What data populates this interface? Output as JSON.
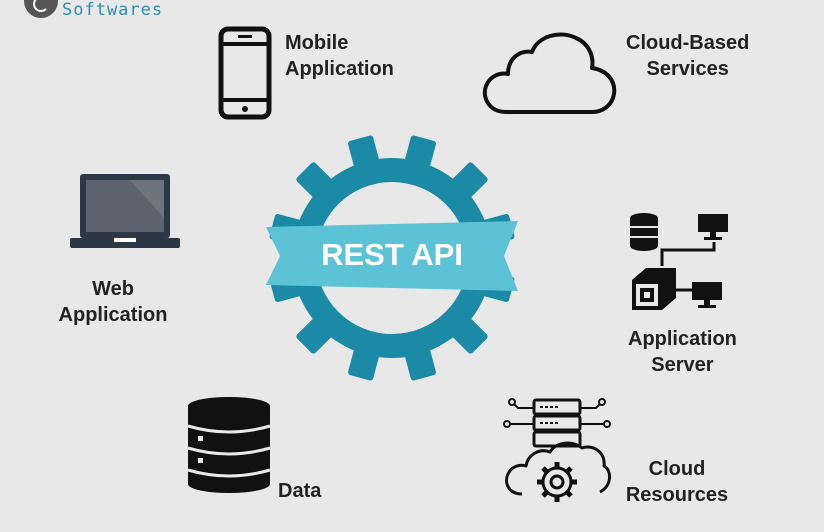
{
  "logo": {
    "text": "Softwares"
  },
  "center": {
    "label": "REST API"
  },
  "nodes": {
    "mobile": {
      "line1": "Mobile",
      "line2": "Application"
    },
    "cloud_services": {
      "line1": "Cloud-Based",
      "line2": "Services"
    },
    "web": {
      "line1": "Web",
      "line2": "Application"
    },
    "app_server": {
      "line1": "Application",
      "line2": "Server"
    },
    "data": {
      "line1": "Data"
    },
    "cloud_resources": {
      "line1": "Cloud",
      "line2": "Resources"
    }
  },
  "colors": {
    "gear": "#1b8aa6",
    "band": "#5cc3d6",
    "icon": "#111111",
    "background": "#e8e8e8"
  }
}
